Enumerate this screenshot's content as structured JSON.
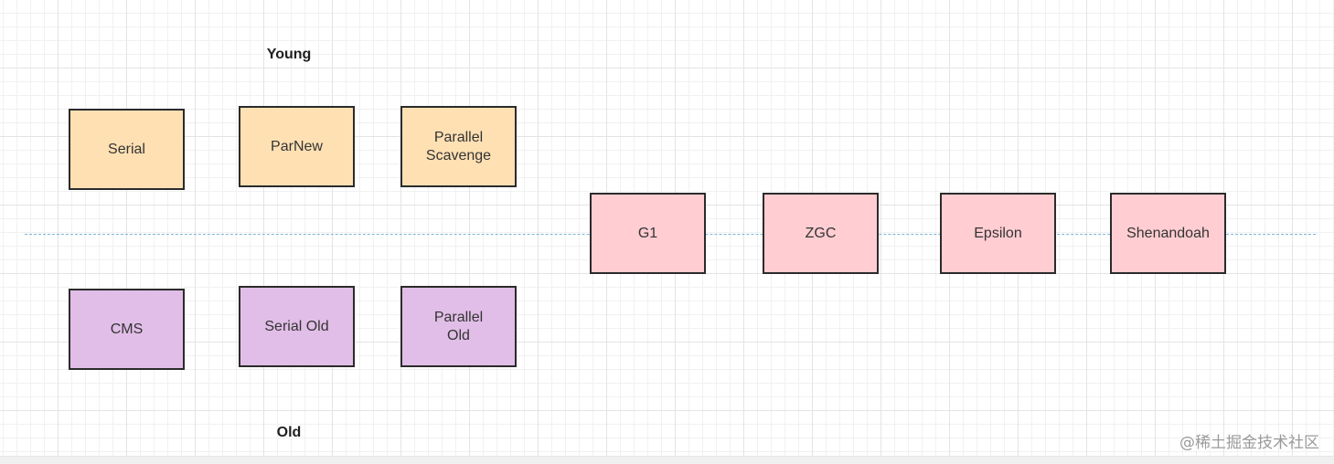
{
  "labels": {
    "young": "Young",
    "old": "Old"
  },
  "young_collectors": [
    "Serial",
    "ParNew",
    "Parallel\nScavenge"
  ],
  "old_collectors": [
    "CMS",
    "Serial Old",
    "Parallel\nOld"
  ],
  "full_heap_collectors": [
    "G1",
    "ZGC",
    "Epsilon",
    "Shenandoah"
  ],
  "watermark": "@稀土掘金技术社区",
  "colors": {
    "young_fill": "#ffe0b3",
    "old_fill": "#e1bee7",
    "full_heap_fill": "#ffcdd2",
    "border": "#2b2b2b",
    "divider": "#7cb6d8"
  }
}
